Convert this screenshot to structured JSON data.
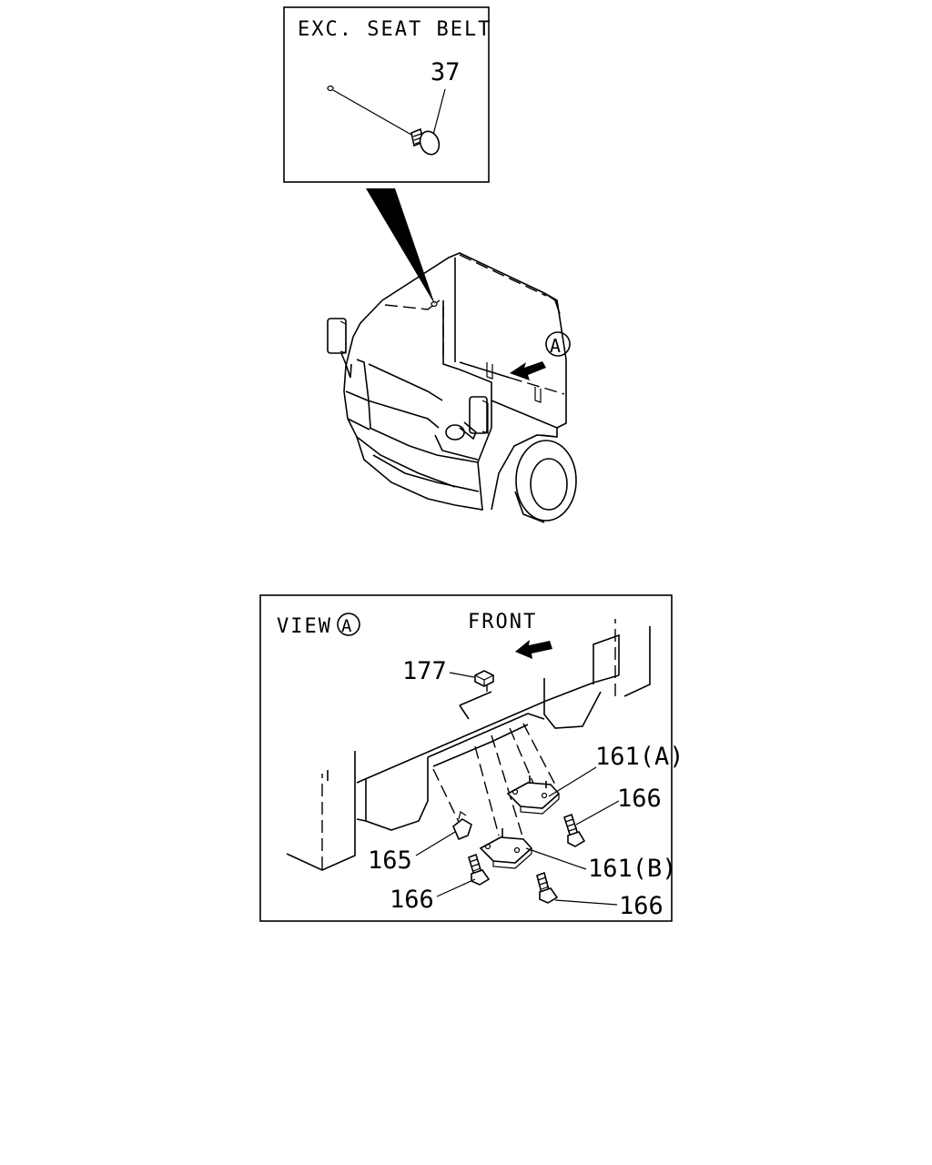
{
  "inset": {
    "caption": "EXC. SEAT BELT",
    "part_label": "37"
  },
  "truck": {
    "view_marker": "A"
  },
  "view_panel": {
    "title": "VIEW",
    "marker": "A",
    "direction": "FRONT",
    "labels": {
      "nut": "177",
      "bracket_a": "161(A)",
      "bolt_upper_right": "166",
      "clip": "165",
      "bracket_b": "161(B)",
      "bolt_lower_left": "166",
      "bolt_lower_right": "166"
    }
  }
}
